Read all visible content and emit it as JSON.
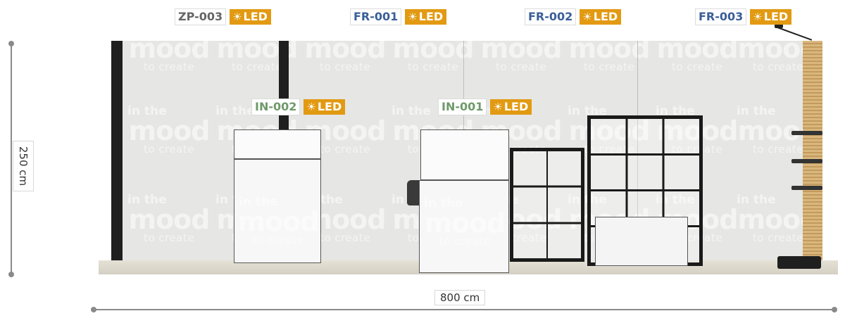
{
  "dimensions": {
    "height_label": "250 cm",
    "width_label": "800 cm"
  },
  "watermark": {
    "line1": "in the",
    "line2": "mood",
    "line3": "to create"
  },
  "tags": {
    "zp003": {
      "code": "ZP-003",
      "led": "LED",
      "code_color": "#666666"
    },
    "fr001": {
      "code": "FR-001",
      "led": "LED",
      "code_color": "#3b5f98"
    },
    "fr002": {
      "code": "FR-002",
      "led": "LED",
      "code_color": "#3b5f98"
    },
    "fr003": {
      "code": "FR-003",
      "led": "LED",
      "code_color": "#3b5f98"
    },
    "in002": {
      "code": "IN-002",
      "led": "LED",
      "code_color": "#6f9a6a"
    },
    "in001": {
      "code": "IN-001",
      "led": "LED",
      "code_color": "#6f9a6a"
    }
  },
  "colors": {
    "led_badge": "#e29a12",
    "dimension_line": "#8a8a8a"
  },
  "icons": {
    "led": "sun-icon"
  }
}
